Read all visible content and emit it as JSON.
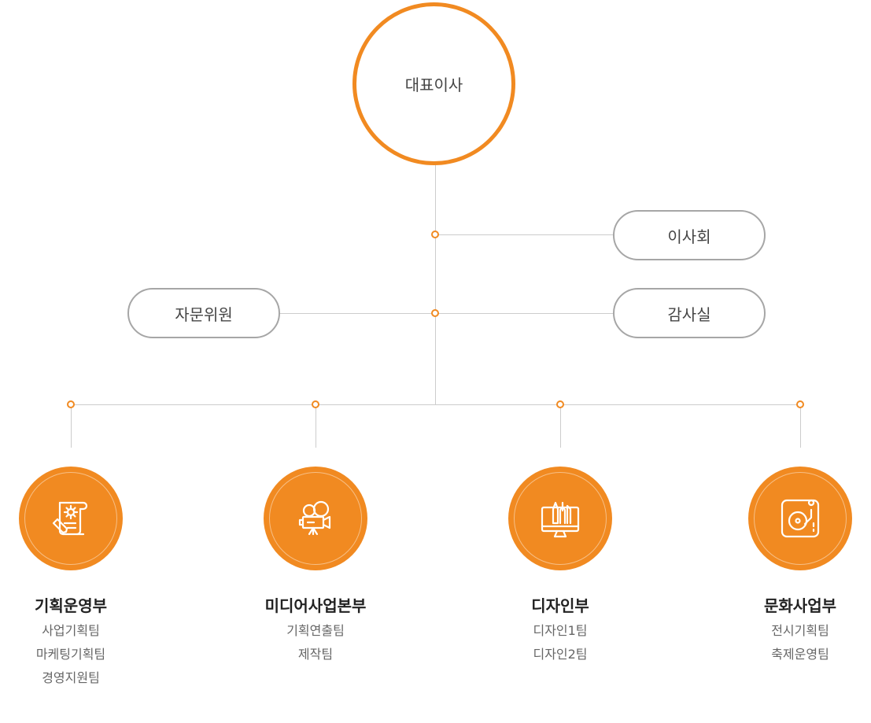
{
  "ceo": {
    "label": "대표이사"
  },
  "board": {
    "label": "이사회"
  },
  "advisory": {
    "label": "자문위원"
  },
  "audit": {
    "label": "감사실"
  },
  "departments": [
    {
      "title": "기획운영부",
      "icon": "document-gear-icon",
      "teams": [
        "사업기획팀",
        "마케팅기획팀",
        "경영지원팀"
      ]
    },
    {
      "title": "미디어사업본부",
      "icon": "video-camera-icon",
      "teams": [
        "기획연출팀",
        "제작팀"
      ]
    },
    {
      "title": "디자인부",
      "icon": "monitor-design-tools-icon",
      "teams": [
        "디자인1팀",
        "디자인2팀"
      ]
    },
    {
      "title": "문화사업부",
      "icon": "turntable-icon",
      "teams": [
        "전시기획팀",
        "축제운영팀"
      ]
    }
  ],
  "colors": {
    "accent": "#f18a21",
    "line": "#cccccc",
    "pill_border": "#a6a6a6"
  }
}
